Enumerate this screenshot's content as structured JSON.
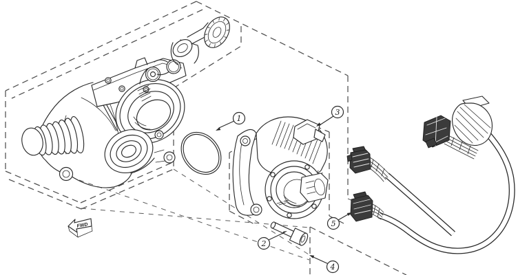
{
  "figure": {
    "type": "exploded-parts-diagram",
    "subject": "Front gearcase with 4WD actuator, O-ring, mounting bolt and wiring harness",
    "background_color": "#ffffff",
    "line_color": "#2b2b2b",
    "dash_color": "#4f4f4f"
  },
  "callouts": [
    {
      "label": "1",
      "part": "o-ring"
    },
    {
      "label": "2",
      "part": "actuator-mounting-bolt"
    },
    {
      "label": "3",
      "part": "gearcase-actuator"
    },
    {
      "label": "4",
      "part": "wiring-harness-boundary"
    },
    {
      "label": "5",
      "part": "harness-connector"
    }
  ],
  "orientation_tag": {
    "label": "FWD"
  }
}
